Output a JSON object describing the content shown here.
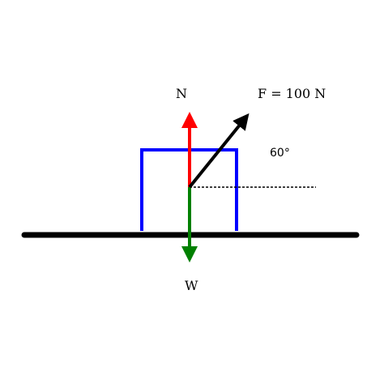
{
  "labels": {
    "normal": "N",
    "weight": "W",
    "force": "F = 100 N",
    "angle": "60°"
  },
  "colors": {
    "ground": "#000000",
    "block": "#0000ff",
    "normal_arrow": "#ff0000",
    "weight_arrow": "#008000",
    "force_arrow": "#000000",
    "reference_line": "#000000"
  }
}
